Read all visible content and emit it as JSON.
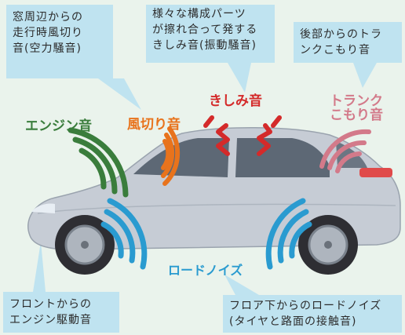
{
  "callouts": {
    "window_wind": {
      "lines": [
        "窓周辺からの",
        "走行時風切り",
        "音(空力騒音)"
      ]
    },
    "creak": {
      "lines": [
        "様々な構成パーツ",
        "が擦れ合って発する",
        "きしみ音(振動騒音)"
      ]
    },
    "trunk": {
      "lines": [
        "後部からのトラ",
        "ンクこもり音"
      ]
    },
    "engine_front": {
      "lines": [
        "フロントからの",
        "エンジン駆動音"
      ]
    },
    "road_floor": {
      "lines": [
        "フロア下からのロードノイズ",
        "(タイヤと路面の接触音)"
      ]
    }
  },
  "labels": {
    "engine": "エンジン音",
    "wind": "風切り音",
    "creak": "きしみ音",
    "trunk": [
      "トランク",
      "こもり音"
    ],
    "road": "ロードノイズ"
  },
  "colors": {
    "background": "#eaf3ec",
    "callout_bg": "#bfe3f0",
    "engine": "#3a7d3c",
    "wind": "#e8731c",
    "creak": "#d42a2a",
    "trunk": "#d37a8a",
    "road": "#2a9bd0",
    "car_body": "#c6ccd5"
  }
}
